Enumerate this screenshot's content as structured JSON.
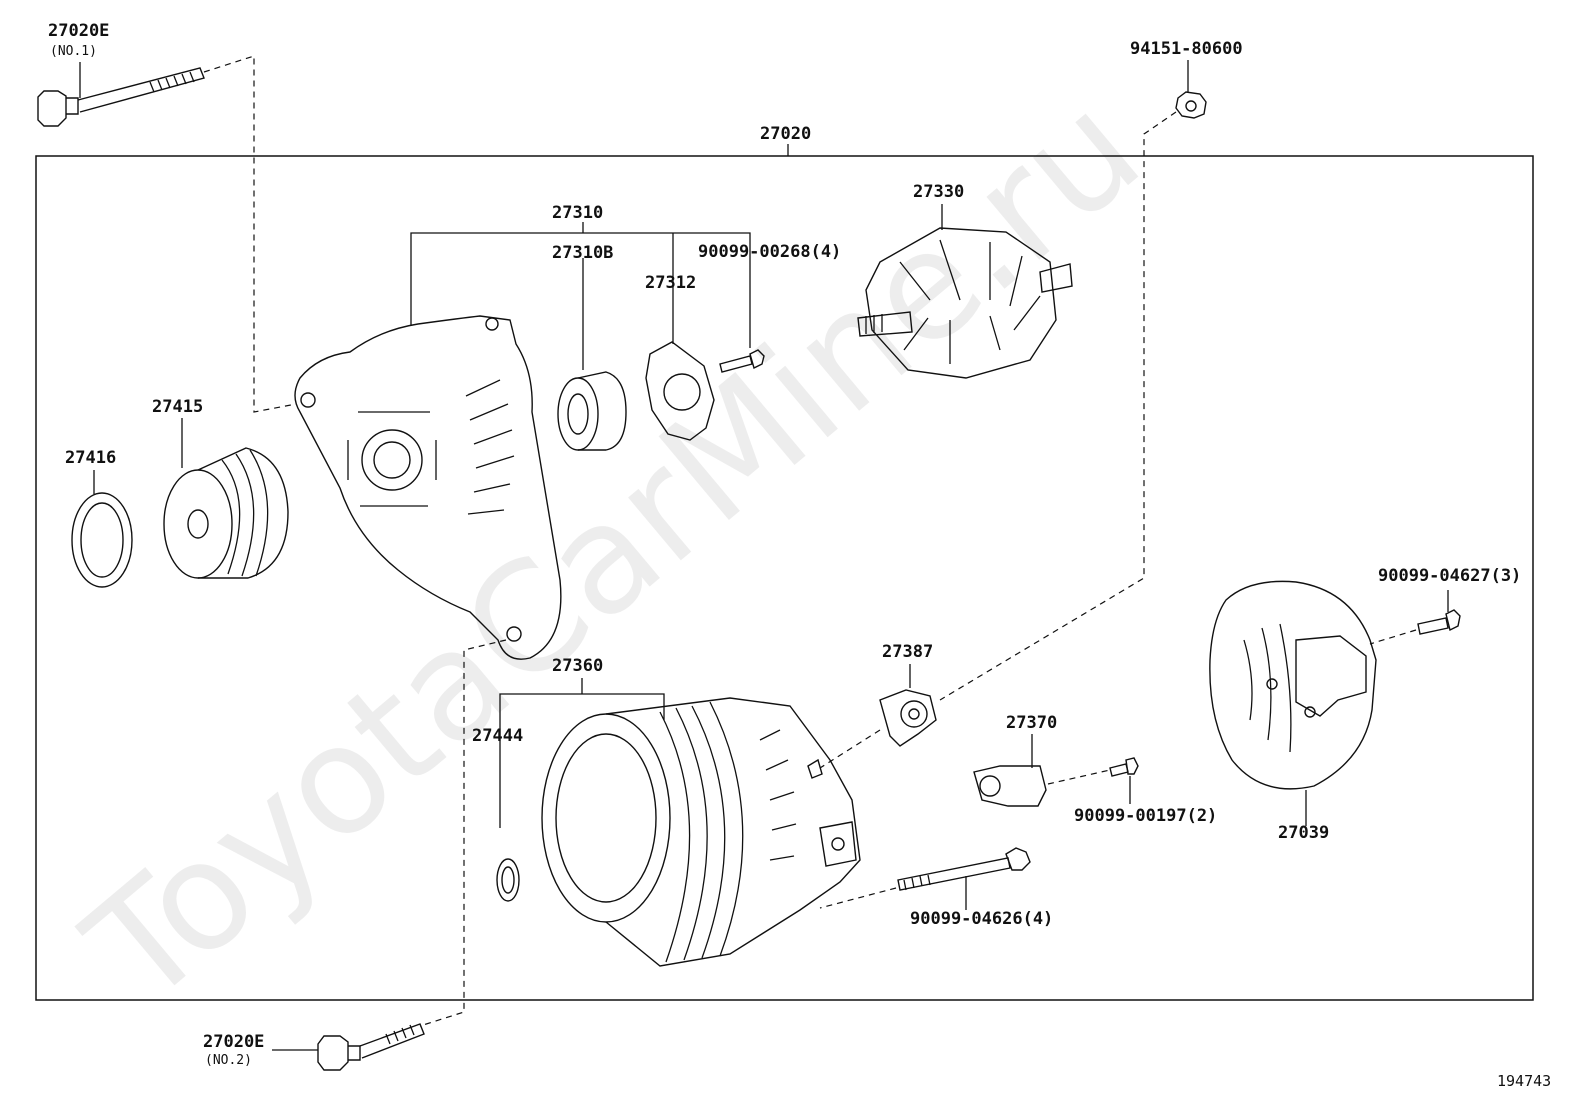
{
  "watermark": "ToyotaCarMine.ru",
  "diagram_id": "194743",
  "labels": {
    "bolt_no1": "27020E",
    "bolt_no1_sub": "(NO.1)",
    "bolt_no2": "27020E",
    "bolt_no2_sub": "(NO.2)",
    "nut": "94151-80600",
    "assembly": "27020",
    "frame": "27310",
    "bearing": "27310B",
    "retainer": "27312",
    "retainer_screw": "90099-00268(4)",
    "rotor": "27330",
    "pulley": "27415",
    "pulley_cap": "27416",
    "stator_frame": "27360",
    "collar": "27444",
    "brush_holder": "27387",
    "terminal_insulator": "27370",
    "terminal_screw": "90099-00197(2)",
    "rear_cover": "27039",
    "rear_cover_bolt": "90099-04627(3)",
    "through_bolt": "90099-04626(4)"
  }
}
